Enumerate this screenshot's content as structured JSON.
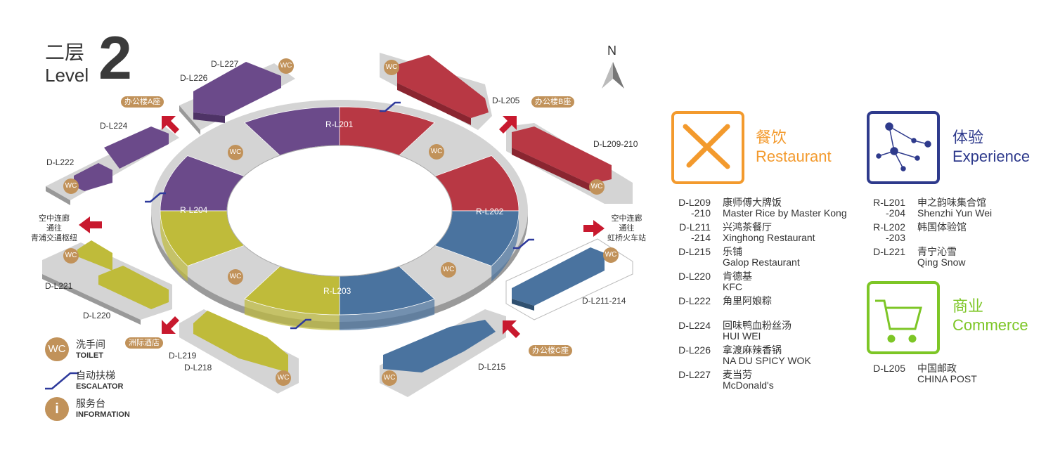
{
  "title": {
    "cn": "二层",
    "en": "Level",
    "num": "2"
  },
  "compass": "N",
  "ring_units": [
    "R-L201",
    "R-L202",
    "R-L203",
    "R-L204"
  ],
  "units": {
    "l227": "D-L227",
    "l226": "D-L226",
    "l224": "D-L224",
    "l222": "D-L222",
    "l221": "D-L221",
    "l220": "D-L220",
    "l219": "D-L219",
    "l218": "D-L218",
    "l215": "D-L215",
    "l211": "D-L211-214",
    "l209": "D-L209-210",
    "l205": "D-L205"
  },
  "buildings": {
    "a": "办公楼A座",
    "b": "办公楼B座",
    "c": "办公楼C座",
    "hotel": "洲际酒店"
  },
  "links": {
    "west": [
      "空中连廊",
      "通往",
      "青浦交通枢纽"
    ],
    "east": [
      "空中连廊",
      "通往",
      "虹桥火车站"
    ]
  },
  "wc": "WC",
  "legend": [
    {
      "icon": "wc-icon",
      "cn": "洗手间",
      "en": "TOILET"
    },
    {
      "icon": "escalator-icon",
      "cn": "自动扶梯",
      "en": "ESCALATOR"
    },
    {
      "icon": "information-icon",
      "cn": "服务台",
      "en": "INFORMATION"
    }
  ],
  "categories": {
    "restaurant": {
      "cn": "餐饮",
      "en": "Restaurant",
      "color": "#f39a2d",
      "entries": [
        {
          "code": [
            "D-L209",
            "-210"
          ],
          "cn": "康师傅大牌饭",
          "en": "Master Rice by Master Kong"
        },
        {
          "code": [
            "D-L211",
            "-214"
          ],
          "cn": "兴鸿茶餐厅",
          "en": "Xinghong  Restaurant"
        },
        {
          "code": [
            "D-L215"
          ],
          "cn": "乐铺",
          "en": "Galop  Restaurant"
        },
        {
          "code": [
            "D-L220"
          ],
          "cn": "肯德基",
          "en": "KFC"
        },
        {
          "code": [
            "D-L222"
          ],
          "cn": "角里阿娘粽",
          "en": ""
        },
        {
          "code": [
            "D-L224"
          ],
          "cn": "回味鸭血粉丝汤",
          "en": "HUI  WEI"
        },
        {
          "code": [
            "D-L226"
          ],
          "cn": "拿渡麻辣香锅",
          "en": "NA DU SPICY WOK"
        },
        {
          "code": [
            "D-L227"
          ],
          "cn": "麦当劳",
          "en": "McDonald's"
        }
      ]
    },
    "experience": {
      "cn": "体验",
      "en": "Experience",
      "color": "#2e3a8c",
      "entries": [
        {
          "code": [
            "R-L201",
            "-204"
          ],
          "cn": "申之韵味集合馆",
          "en": "Shenzhi Yun Wei"
        },
        {
          "code": [
            "R-L202",
            "-203"
          ],
          "cn": "韩国体验馆",
          "en": ""
        },
        {
          "code": [
            "D-L221"
          ],
          "cn": "青宁沁雪",
          "en": "Qing Snow"
        }
      ]
    },
    "commerce": {
      "cn": "商业",
      "en": "Commerce",
      "color": "#7dc626",
      "entries": [
        {
          "code": [
            "D-L205"
          ],
          "cn": "中国邮政",
          "en": "CHINA POST"
        }
      ]
    }
  },
  "colors": {
    "purple": "#6b4a8a",
    "red": "#b83844",
    "blue": "#4a739f",
    "yellow": "#bfbb3a",
    "gray": "#d4d4d4",
    "accent": "#c8192e",
    "tan": "#c1925a"
  }
}
